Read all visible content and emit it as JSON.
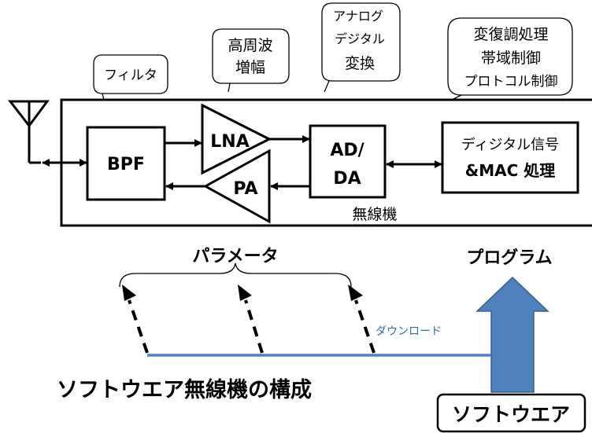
{
  "callouts": {
    "filter": "フィルタ",
    "rf_amp_line1": "高周波",
    "rf_amp_line2": "増幅",
    "adc_line1": "アナログ",
    "adc_line2": "デジタル",
    "adc_line3": "変換",
    "mod_line1": "変復調処理",
    "mod_line2": "帯域制御",
    "mod_line3": "プロトコル制御"
  },
  "blocks": {
    "bpf": "BPF",
    "lna": "LNA",
    "pa": "PA",
    "adda_line1": "AD/",
    "adda_line2": "DA",
    "dsp_line1": "ディジタル信号",
    "dsp_line2": "&MAC 処理"
  },
  "radio_label": "無線機",
  "parameter_label": "パラメータ",
  "program_label": "プログラム",
  "download_label": "ダウンロード",
  "caption": "ソフトウエア無線機の構成",
  "software_label": "ソフトウエア",
  "colors": {
    "line": "#000000",
    "download_line": "#4f81bd",
    "download_text": "#2e6db4",
    "arrow_fill": "#4f81bd",
    "arrow_stroke": "#385d8a"
  }
}
